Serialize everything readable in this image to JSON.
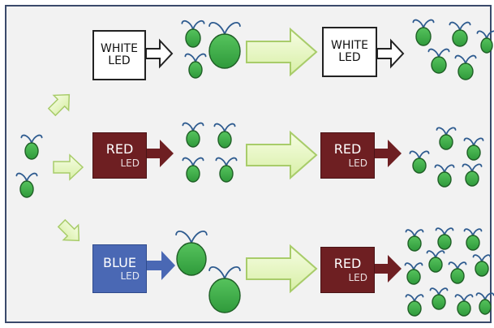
{
  "boxes": {
    "top_left": {
      "line1": "WHITE",
      "line2": "LED"
    },
    "top_right": {
      "line1": "WHITE",
      "line2": "LED"
    },
    "mid_left": {
      "line1": "RED",
      "line2": "LED"
    },
    "mid_right": {
      "line1": "RED",
      "line2": "LED"
    },
    "bot_left": {
      "line1": "BLUE",
      "line2": "LED"
    },
    "bot_right": {
      "line1": "RED",
      "line2": "LED"
    }
  },
  "colors": {
    "cell_fill": "#3fae49",
    "cell_stroke": "#1f5f26",
    "flagella": "#2e5b8f",
    "big_arrow_fill": "#e9f7c5",
    "big_arrow_stroke": "#a8cc6a",
    "panel_bg": "#f2f2f2",
    "panel_border": "#3a4a6b"
  }
}
